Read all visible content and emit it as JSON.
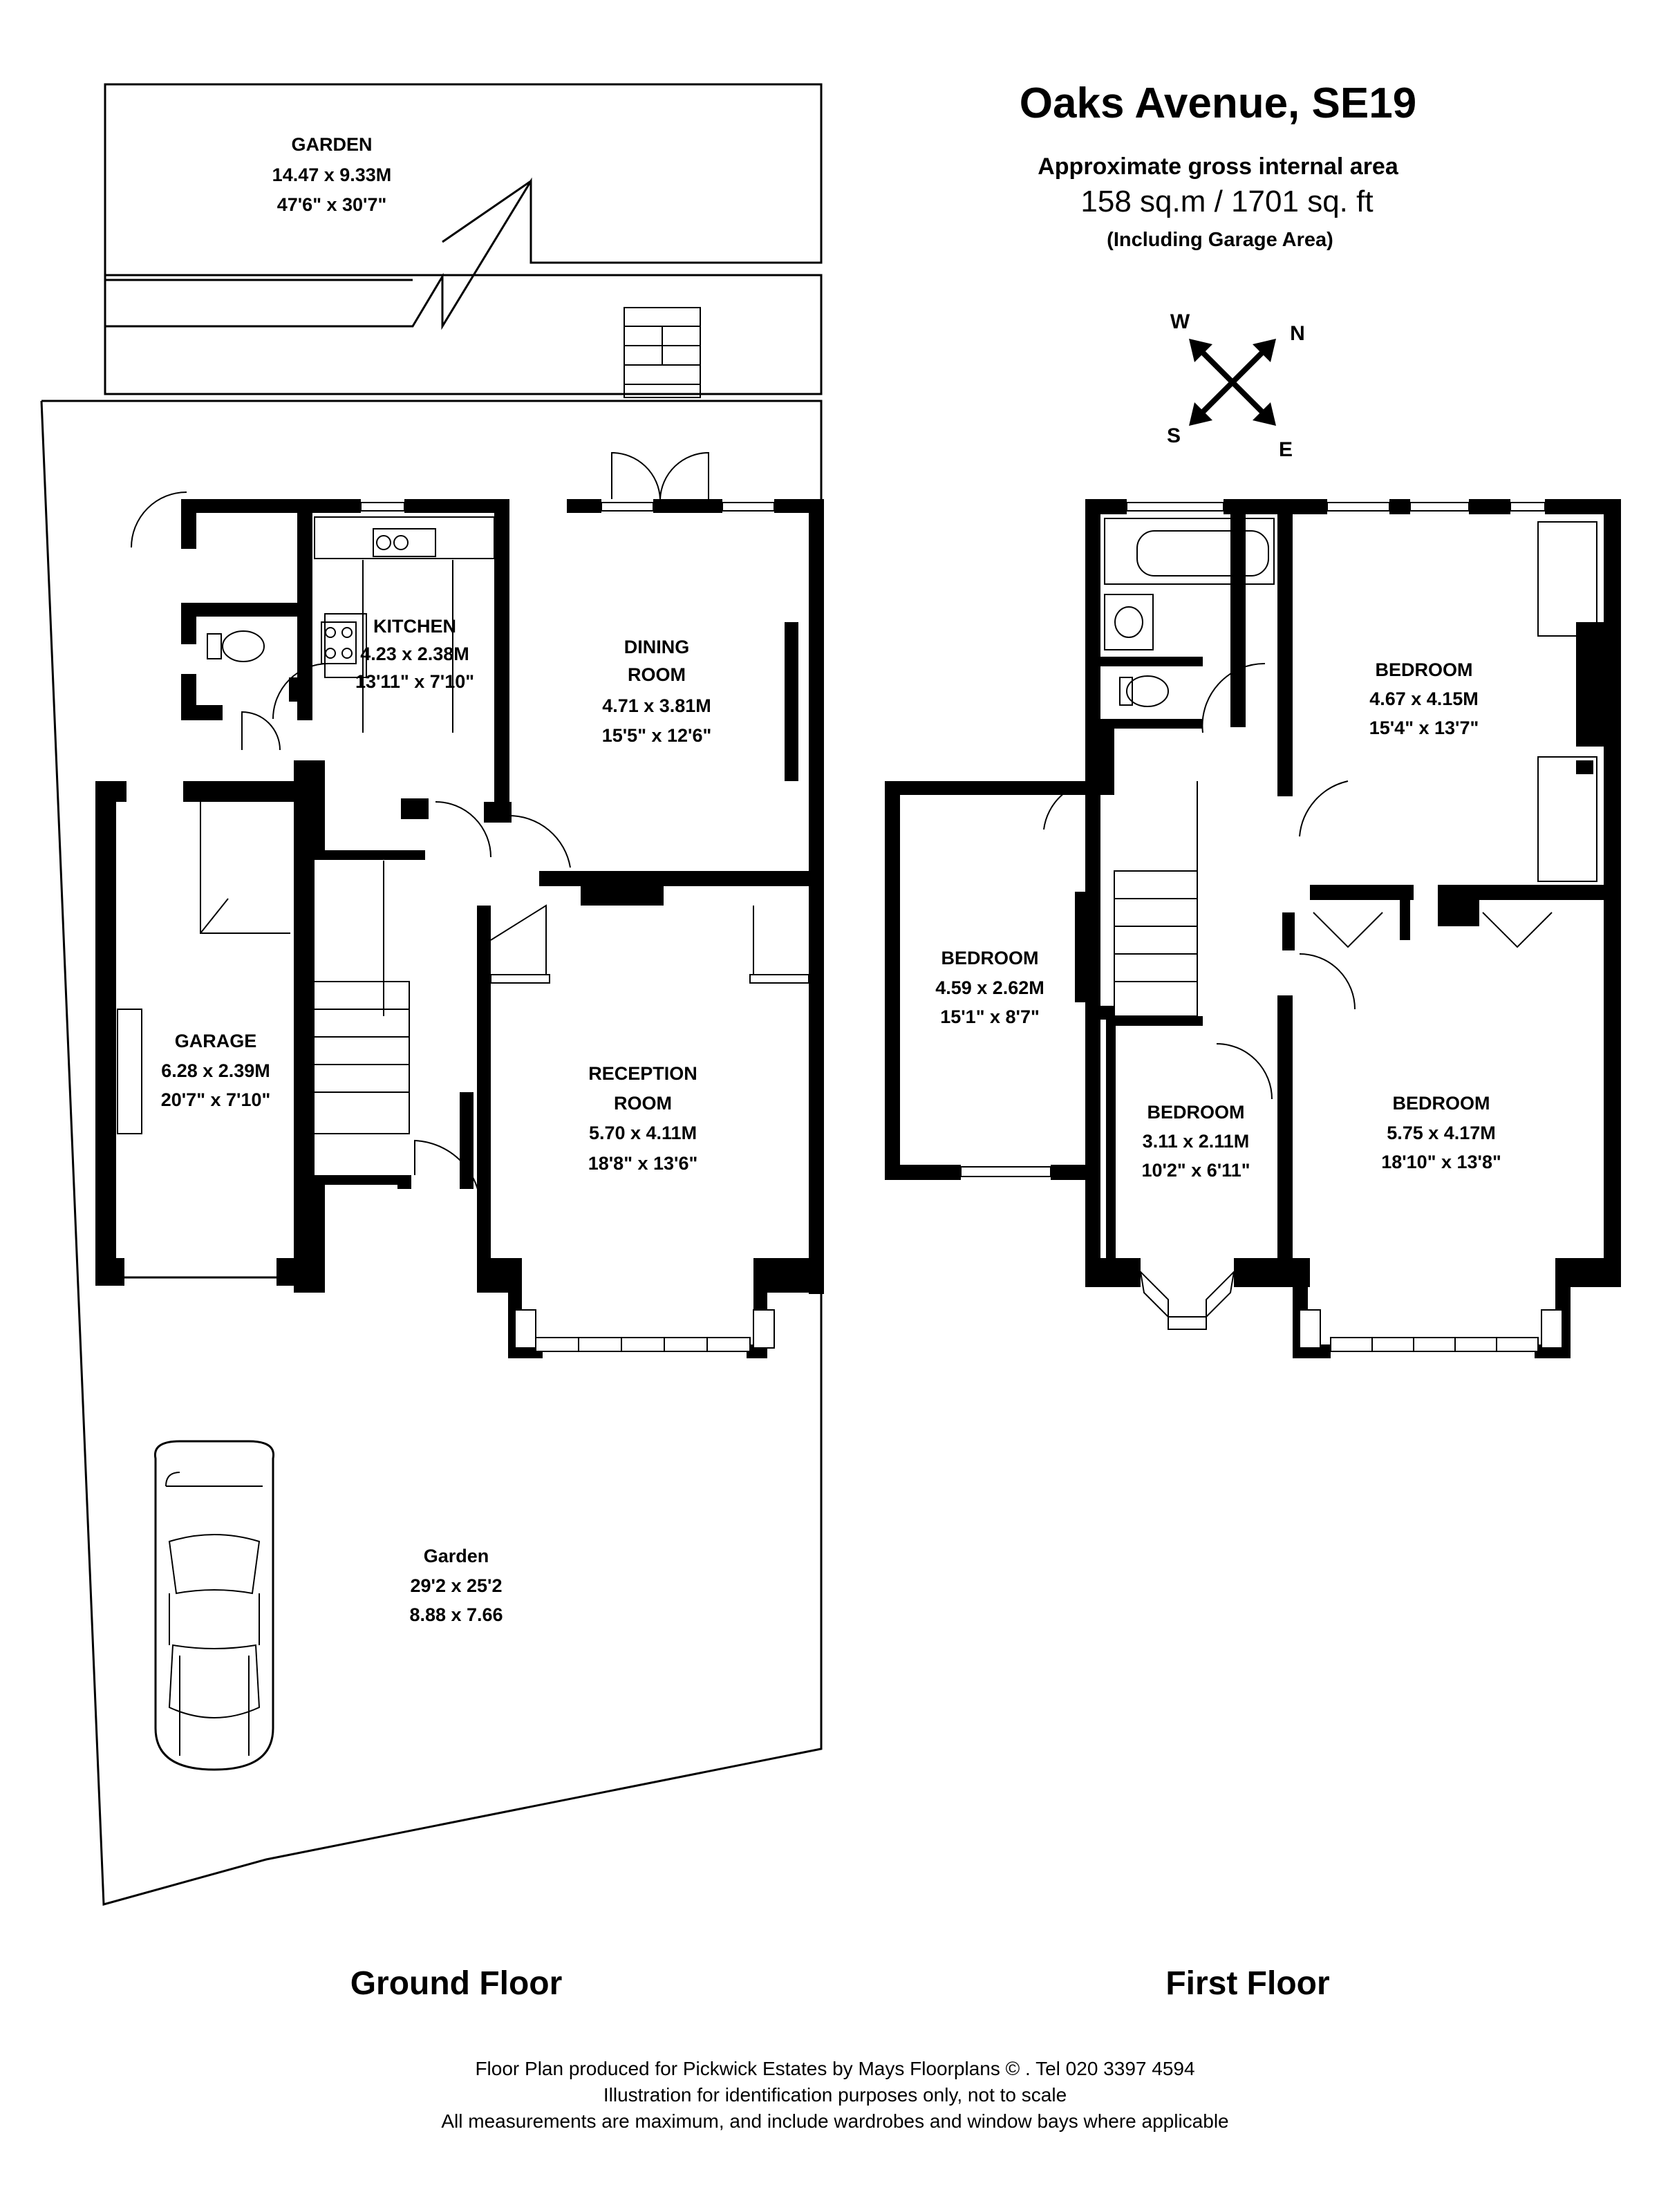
{
  "header": {
    "address": "Oaks Avenue, SE19",
    "area_title": "Approximate gross internal area",
    "area_value": "158 sq.m  /  1701 sq. ft",
    "area_note": "(Including Garage Area)"
  },
  "compass": {
    "w": "W",
    "n": "N",
    "s": "S",
    "e": "E"
  },
  "ground_floor": {
    "label": "Ground Floor",
    "rooms": {
      "garden_rear": {
        "name": "GARDEN",
        "dim_m": "14.47 x 9.33M",
        "dim_ft": "47'6\" x 30'7\""
      },
      "kitchen": {
        "name": "KITCHEN",
        "dim_m": "4.23 x 2.38M",
        "dim_ft": "13'11\" x 7'10\""
      },
      "dining": {
        "name_1": "DINING",
        "name_2": "ROOM",
        "dim_m": "4.71 x 3.81M",
        "dim_ft": "15'5\" x 12'6\""
      },
      "garage": {
        "name": "GARAGE",
        "dim_m": "6.28 x 2.39M",
        "dim_ft": "20'7\" x 7'10\""
      },
      "reception": {
        "name_1": "RECEPTION",
        "name_2": "ROOM",
        "dim_m": "5.70 x 4.11M",
        "dim_ft": "18'8\" x 13'6\""
      },
      "garden_front": {
        "name": "Garden",
        "dim_ft": "29'2 x 25'2",
        "dim_m": "8.88 x 7.66"
      }
    }
  },
  "first_floor": {
    "label": "First Floor",
    "rooms": {
      "bedroom_rear": {
        "name": "BEDROOM",
        "dim_m": "4.67 x 4.15M",
        "dim_ft": "15'4\" x 13'7\""
      },
      "bedroom_side": {
        "name": "BEDROOM",
        "dim_m": "4.59 x 2.62M",
        "dim_ft": "15'1\" x 8'7\""
      },
      "bedroom_small": {
        "name": "BEDROOM",
        "dim_m": "3.11 x 2.11M",
        "dim_ft": "10'2\" x 6'11\""
      },
      "bedroom_front": {
        "name": "BEDROOM",
        "dim_m": "5.75 x 4.17M",
        "dim_ft": "18'10\" x 13'8\""
      }
    }
  },
  "footer": {
    "line1": "Floor Plan produced for Pickwick Estates by Mays Floorplans © . Tel 020 3397 4594",
    "line2": "Illustration for identification purposes only, not to scale",
    "line3": "All measurements are maximum, and include wardrobes and window bays where applicable"
  }
}
